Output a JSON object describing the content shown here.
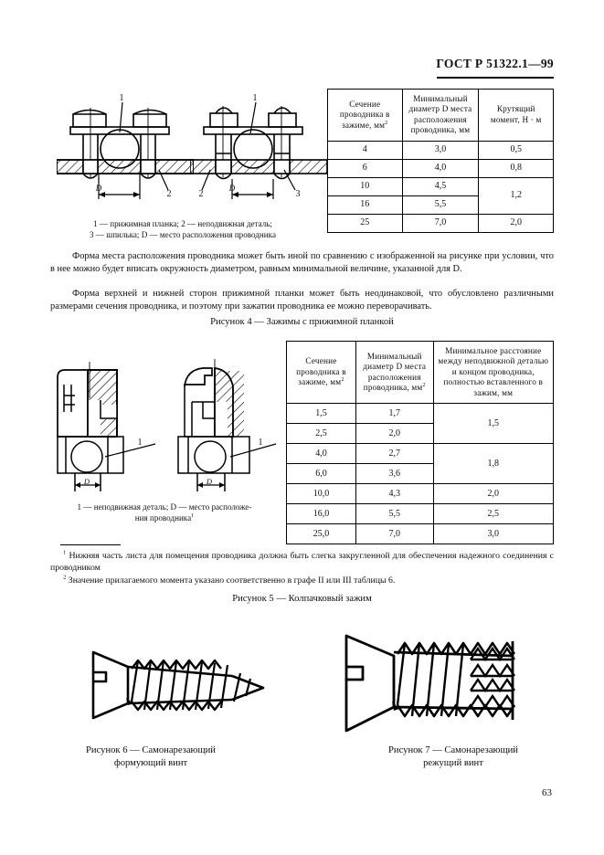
{
  "document": {
    "standard_number": "ГОСТ Р 51322.1—99",
    "page_number": "63"
  },
  "figure4": {
    "legend_line1_part1": "1",
    "legend_line1": "1  —  прижимная  планка;  2  —  неподвижная  деталь;",
    "legend_line2": "3 — шпилька; D — место расположения проводника",
    "paragraph1": "Форма  места  расположения  проводника может быть иной по сравнению с изображенной на рисунке при    условии,   что   в нее можно будет вписать окружность диаметром, равным минимальной величине, указанной для D.",
    "paragraph2": "Форма верхней и нижней сторон прижимной планки может быть неодинаковой, что обусловлено различными размерами сечения проводника, и поэтому при зажатии проводника ее можно переворачивать.",
    "caption": "Рисунок 4 —  Зажимы с прижимной планкой",
    "labels": {
      "callout_1": "1",
      "callout_2": "2",
      "callout_3": "3",
      "dimension_D": "D"
    }
  },
  "table1": {
    "headers": [
      "Сечение проводника в зажиме, мм",
      "Минимальный диаметр D места расположения проводника, мм",
      "Крутящий момент, Н · м"
    ],
    "header1_sup": "2",
    "rows": [
      {
        "section": "4",
        "diameter": "3,0",
        "torque": "0,5"
      },
      {
        "section": "6",
        "diameter": "4,0",
        "torque": "0,8"
      },
      {
        "section": "10",
        "diameter": "4,5",
        "torque": "1,2"
      },
      {
        "section": "16",
        "diameter": "5,5",
        "torque": ""
      },
      {
        "section": "25",
        "diameter": "7,0",
        "torque": "2,0"
      }
    ]
  },
  "figure5": {
    "legend_line1": "1 — неподвижная деталь; D — место расположе-",
    "legend_line2": "ния проводника",
    "legend_sup": "1",
    "caption": "Рисунок 5 — Колпачковый зажим",
    "labels": {
      "callout_1": "1",
      "dimension_D": "D"
    }
  },
  "table2": {
    "headers": [
      "Сечение проводника в зажиме, мм",
      "Минимальный диаметр D места расположения проводника, мм",
      "Минимальное расстояние между неподвижной деталью и концом проводника, полностью вставленного в зажим, мм"
    ],
    "header1_sup": "2",
    "header2_sup": "2",
    "rows": [
      {
        "section": "1,5",
        "diameter": "1,7",
        "distance": "1,5"
      },
      {
        "section": "2,5",
        "diameter": "2,0",
        "distance": ""
      },
      {
        "section": "4,0",
        "diameter": "2,7",
        "distance": "1,8"
      },
      {
        "section": "6,0",
        "diameter": "3,6",
        "distance": ""
      },
      {
        "section": "10,0",
        "diameter": "4,3",
        "distance": "2,0"
      },
      {
        "section": "16,0",
        "diameter": "5,5",
        "distance": "2,5"
      },
      {
        "section": "25,0",
        "diameter": "7,0",
        "distance": "3,0"
      }
    ]
  },
  "footnotes": [
    {
      "marker": "1",
      "text": "Нижняя часть листа для помещения проводника должна быть слегка закругленной для обеспечения надежного соединения с проводником"
    },
    {
      "marker": "2",
      "text": "Значение прилагаемого момента указано соответственно в графе II или III таблицы 6."
    }
  ],
  "figure6": {
    "caption_line1": "Рисунок 6 — Самонарезающий",
    "caption_line2": "формующий винт"
  },
  "figure7": {
    "caption_line1": "Рисунок 7 — Самонарезающий",
    "caption_line2": "режущий винт"
  },
  "colors": {
    "ink": "#111111",
    "line": "#000000",
    "paper": "#ffffff"
  }
}
